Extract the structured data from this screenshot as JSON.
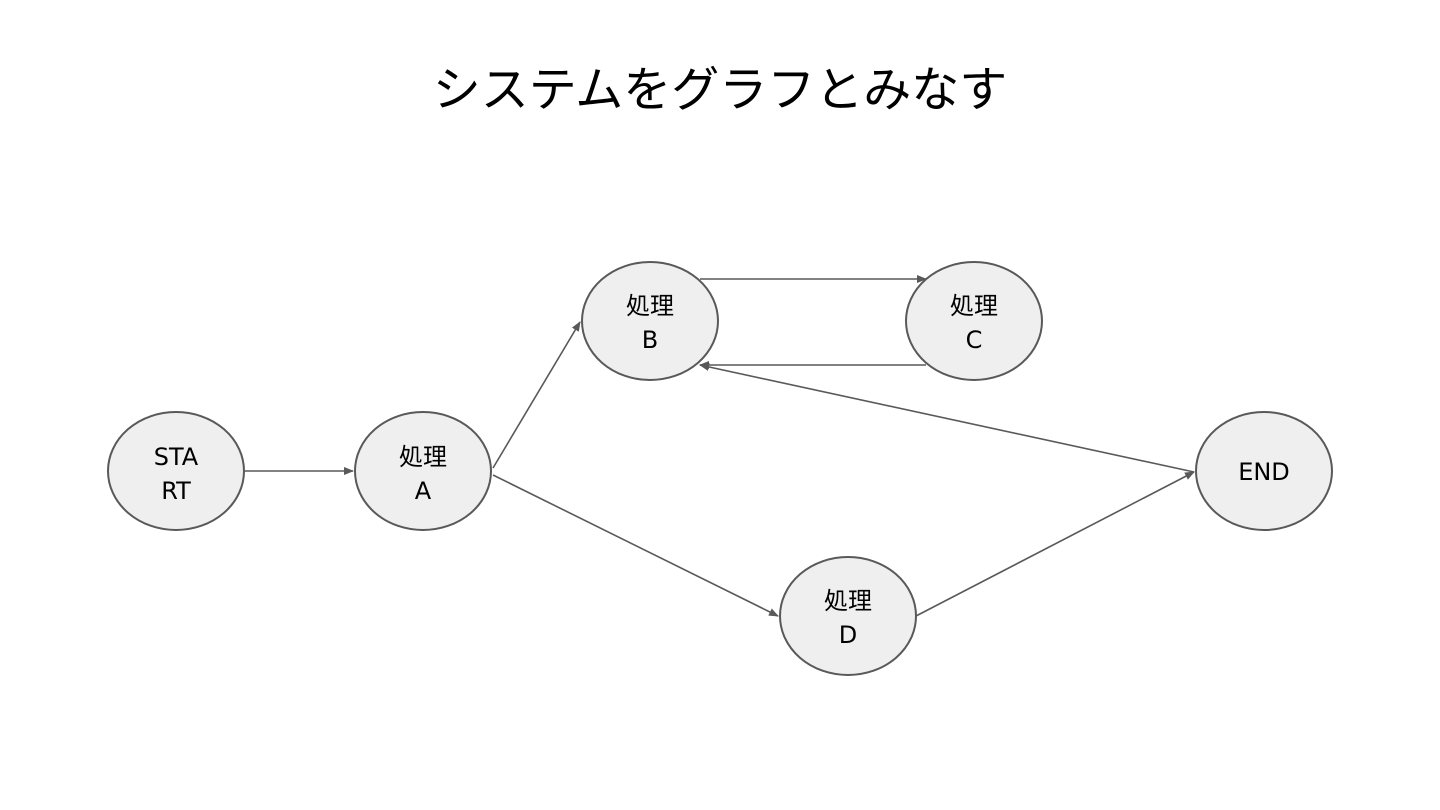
{
  "title": "システムをグラフとみなす",
  "colors": {
    "node_fill": "#efefef",
    "node_stroke": "#595959",
    "edge": "#595959",
    "text": "#000000"
  },
  "nodes": {
    "start": {
      "line1": "STA",
      "line2": "RT"
    },
    "a": {
      "line1": "処理",
      "line2": "A"
    },
    "b": {
      "line1": "処理",
      "line2": "B"
    },
    "c": {
      "line1": "処理",
      "line2": "C"
    },
    "d": {
      "line1": "処理",
      "line2": "D"
    },
    "end": {
      "line1": "END"
    }
  },
  "edges": [
    {
      "from": "start",
      "to": "a"
    },
    {
      "from": "a",
      "to": "b"
    },
    {
      "from": "a",
      "to": "d"
    },
    {
      "from": "b",
      "to": "c"
    },
    {
      "from": "c",
      "to": "b"
    },
    {
      "from": "end",
      "to": "b"
    },
    {
      "from": "d",
      "to": "end"
    }
  ]
}
